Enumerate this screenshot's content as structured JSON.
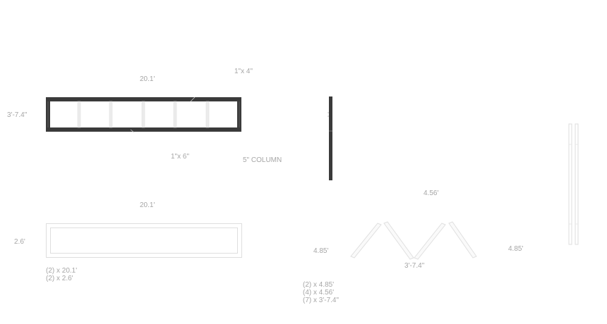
{
  "labels": {
    "top_length": "20.1'",
    "board_1x4": "1\"x 4\"",
    "frame_height": "3'-7.4\"",
    "board_1x6": "1\"x 6\"",
    "column": "5\" COLUMN",
    "bottom_length": "20.1'",
    "bottom_height": "2.6'",
    "zigzag_top": "4.56'",
    "zigzag_left": "4.85'",
    "zigzag_right": "4.85'",
    "zigzag_bottom": "3'-7.4\""
  },
  "cut_lists": {
    "frame": [
      "(2) x 20.1'",
      "(2) x 2.6'"
    ],
    "zigzag": [
      "(2) x 4.85'",
      "(4) x 4.56'",
      "(7) x 3'-7.4\""
    ]
  },
  "colors": {
    "dark_frame": "#3a3a3a",
    "light_line": "#d9d9d9",
    "text": "#a6a6a6",
    "background": "#ffffff"
  }
}
